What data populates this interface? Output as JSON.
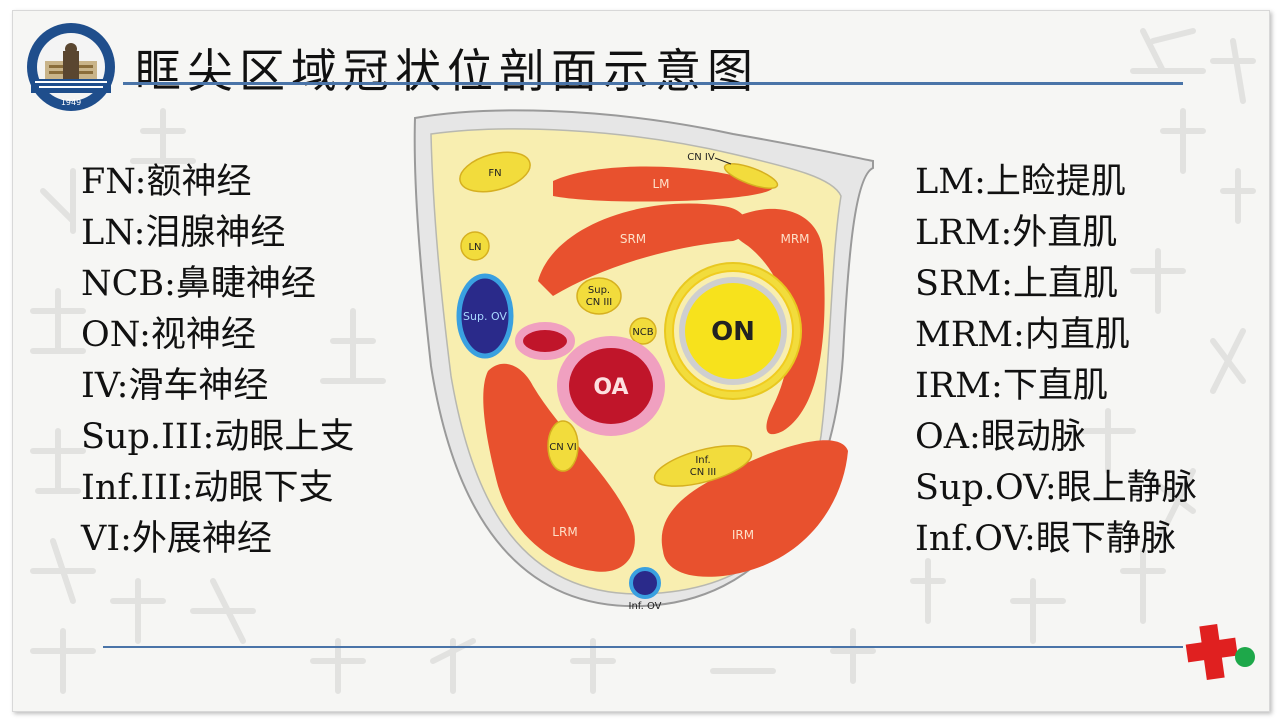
{
  "title": "眶尖区域冠状位剖面示意图",
  "legend_left": [
    {
      "abbr": "FN",
      "sep": ":",
      "name": "额神经"
    },
    {
      "abbr": "LN",
      "sep": ":",
      "name": "泪腺神经"
    },
    {
      "abbr": "NCB",
      "sep": ":",
      "name": "鼻睫神经"
    },
    {
      "abbr": "ON",
      "sep": ":",
      "name": "视神经"
    },
    {
      "abbr": "IV",
      "sep": ":",
      "name": "滑车神经"
    },
    {
      "abbr": "Sup.III",
      "sep": ":",
      "name": "动眼上支"
    },
    {
      "abbr": "Inf.III",
      "sep": ":",
      "name": "动眼下支"
    },
    {
      "abbr": "VI",
      "sep": ":",
      "name": "外展神经"
    }
  ],
  "legend_right": [
    {
      "abbr": "LM",
      "sep": ":",
      "name": "上睑提肌"
    },
    {
      "abbr": "LRM",
      "sep": ":",
      "name": "外直肌"
    },
    {
      "abbr": "SRM",
      "sep": ":",
      "name": "上直肌"
    },
    {
      "abbr": "MRM",
      "sep": ":",
      "name": "内直肌"
    },
    {
      "abbr": "IRM",
      "sep": ":",
      "name": "下直肌"
    },
    {
      "abbr": "OA",
      "sep": ":",
      "name": "眼动脉"
    },
    {
      "abbr": "Sup.OV",
      "sep": ":",
      "name": "眼上静脉"
    },
    {
      "abbr": "Inf.OV",
      "sep": ":",
      "name": "眼下静脉"
    }
  ],
  "diagram_labels": {
    "fn": "FN",
    "cn4": "CN IV",
    "lm": "LM",
    "srm": "SRM",
    "mrm": "MRM",
    "ln": "LN",
    "sup_ov": "Sup. OV",
    "sup_cn3_line1": "Sup.",
    "sup_cn3_line2": "CN III",
    "ncb": "NCB",
    "on": "ON",
    "oa": "OA",
    "cn6": "CN VI",
    "inf_cn3_line1": "Inf.",
    "inf_cn3_line2": "CN III",
    "lrm": "LRM",
    "irm": "IRM",
    "inf_ov": "Inf. OV"
  },
  "logo_text": {
    "year": "1949"
  },
  "colors": {
    "accent_rule": "#4a74a8",
    "muscle": "#e8512e",
    "nerve": "#f2dc3c",
    "fat": "#f8eeb0",
    "optic_nerve": "#f7e21c",
    "artery": "#c0152a",
    "artery_sheath": "#f0a0c0",
    "vein": "#2a2a8a",
    "vein_ring": "#3aa0e0",
    "bone": "#e6e6e6"
  }
}
